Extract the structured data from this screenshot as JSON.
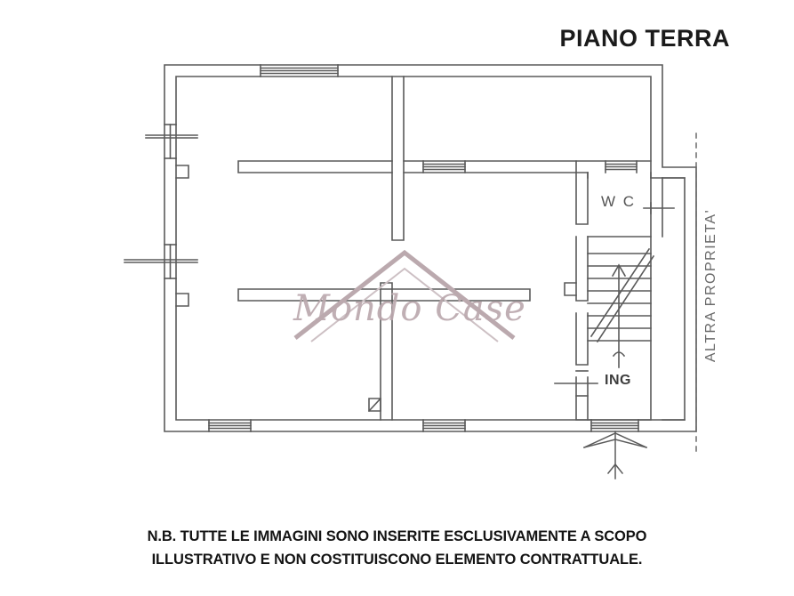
{
  "page": {
    "title": "PIANO TERRA",
    "background_color": "#ffffff"
  },
  "plan": {
    "floor_label": "PIANO TERRA",
    "line_color": "#5a5a5a",
    "rooms": [
      {
        "name": "wc",
        "label": "W C"
      },
      {
        "name": "entrance",
        "label": "ING"
      }
    ],
    "annotations": [
      {
        "name": "adjacent-property",
        "label": "ALTRA PROPRIETA'",
        "orientation": "vertical"
      }
    ],
    "features": {
      "stairs_label": "stairs",
      "entrance_arrow_label": "entrance-arrow",
      "boundary_label": "property-boundary-dashed"
    }
  },
  "watermark": {
    "brand": "Mondo Case",
    "logo_icon": "house-roof-icon",
    "color": "#bba9ae"
  },
  "disclaimer": {
    "line1": "N.B. TUTTE LE IMMAGINI SONO INSERITE ESCLUSIVAMENTE A SCOPO",
    "line2": "ILLUSTRATIVO E NON COSTITUISCONO ELEMENTO CONTRATTUALE."
  }
}
